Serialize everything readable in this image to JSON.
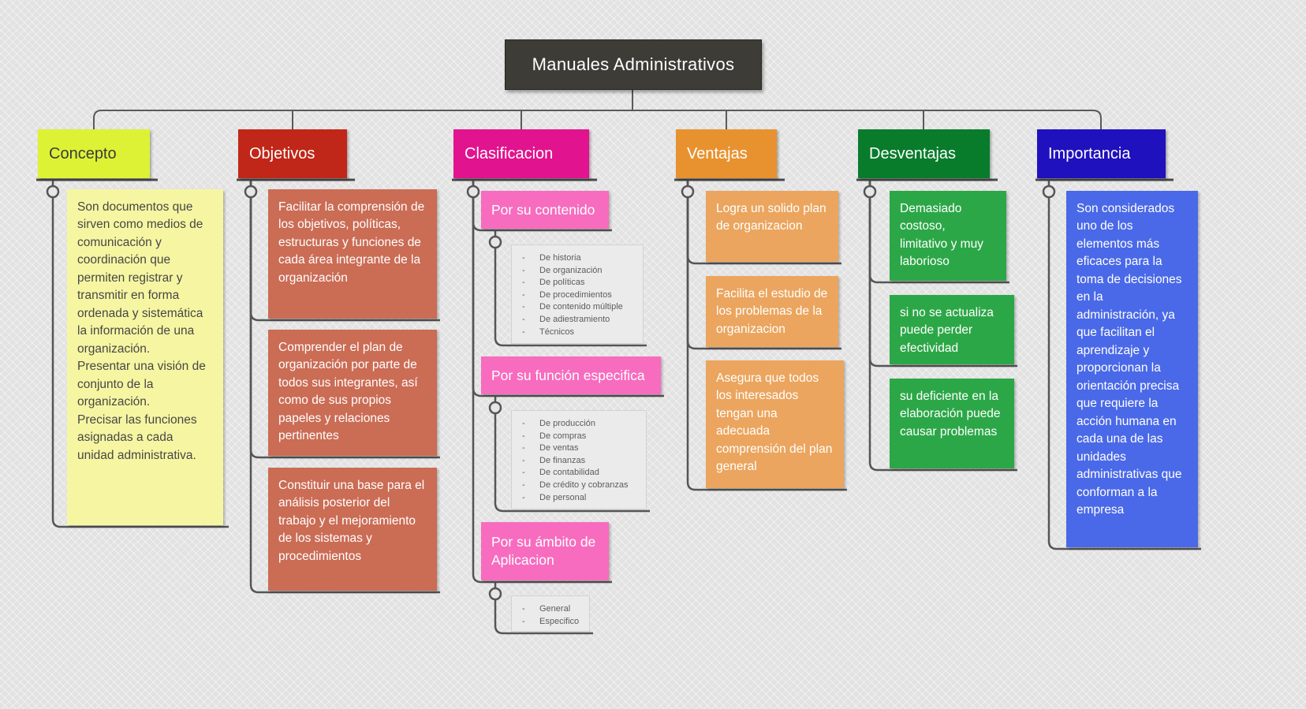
{
  "title": "Manuales Administrativos",
  "wire_color": "#5a5a5a",
  "root_colors": {
    "bg": "#3d3c37",
    "text": "#ffffff"
  },
  "branches": {
    "concepto": {
      "label": "Concepto",
      "colors": {
        "header_bg": "#ddf235",
        "header_text": "#3b3b3b",
        "child_bg": "#f6f6a2",
        "child_text": "#474747"
      },
      "notes": [
        "Son documentos que sirven como medios de comunicación y coordinación que permiten registrar y transmitir en forma ordenada y sistemática la información de una organización.\nPresentar una visión de conjunto de la organización.\nPrecisar las funciones asignadas a cada unidad administrativa."
      ]
    },
    "objetivos": {
      "label": "Objetivos",
      "colors": {
        "header_bg": "#c02718",
        "header_text": "#ffffff",
        "child_bg": "#cb6c55",
        "child_text": "#ffffff"
      },
      "notes": [
        "Facilitar la comprensión de los objetivos, políticas, estructuras y funciones de cada área integrante de la organización",
        "Comprender el plan de organización por parte de todos sus integrantes, así como de sus propios papeles y relaciones pertinentes",
        "Constituir una base para el análisis posterior del trabajo y el mejoramiento de los sistemas y procedimientos"
      ]
    },
    "clasificacion": {
      "label": "Clasificacion",
      "colors": {
        "header_bg": "#e2138f",
        "header_text": "#ffffff",
        "child_bg": "#f76cbe",
        "child_text": "#ffffff",
        "list_bg": "#ebebeb",
        "list_text": "#5c5c5c"
      },
      "subsections": [
        {
          "label": "Por su contenido",
          "items": [
            "De historia",
            "De organización",
            "De políticas",
            "De procedimientos",
            "De contenido múltiple",
            "De adiestramiento",
            "Técnicos"
          ]
        },
        {
          "label": "Por su función especifica",
          "items": [
            "De producción",
            "De compras",
            "De ventas",
            "De finanzas",
            "De contabilidad",
            "De crédito y cobranzas",
            "De personal"
          ]
        },
        {
          "label": "Por su ámbito de Aplicacion",
          "items": [
            "General",
            "Especifico"
          ]
        }
      ]
    },
    "ventajas": {
      "label": "Ventajas",
      "colors": {
        "header_bg": "#e8922f",
        "header_text": "#ffffff",
        "child_bg": "#eba55e",
        "child_text": "#ffffff"
      },
      "notes": [
        "Logra un solido plan de organizacion",
        "Facilita el estudio de los problemas de la organizacion",
        "Asegura que todos los interesados tengan una adecuada comprensión del plan general"
      ]
    },
    "desventajas": {
      "label": "Desventajas",
      "colors": {
        "header_bg": "#087c2b",
        "header_text": "#ffffff",
        "child_bg": "#2ca747",
        "child_text": "#ffffff"
      },
      "notes": [
        "Demasiado costoso, limitativo y muy laborioso",
        "si no se actualiza puede perder efectividad",
        "su deficiente en la elaboración puede causar problemas"
      ]
    },
    "importancia": {
      "label": "Importancia",
      "colors": {
        "header_bg": "#1f11bd",
        "header_text": "#ffffff",
        "child_bg": "#4a69e8",
        "child_text": "#ffffff"
      },
      "notes": [
        "Son considerados uno de los elementos más eficaces para la toma de decisiones en la administración, ya que facilitan el aprendizaje y proporcionan la orientación precisa que requiere la acción humana en cada una de las unidades administrativas que conforman a la empresa"
      ]
    }
  }
}
